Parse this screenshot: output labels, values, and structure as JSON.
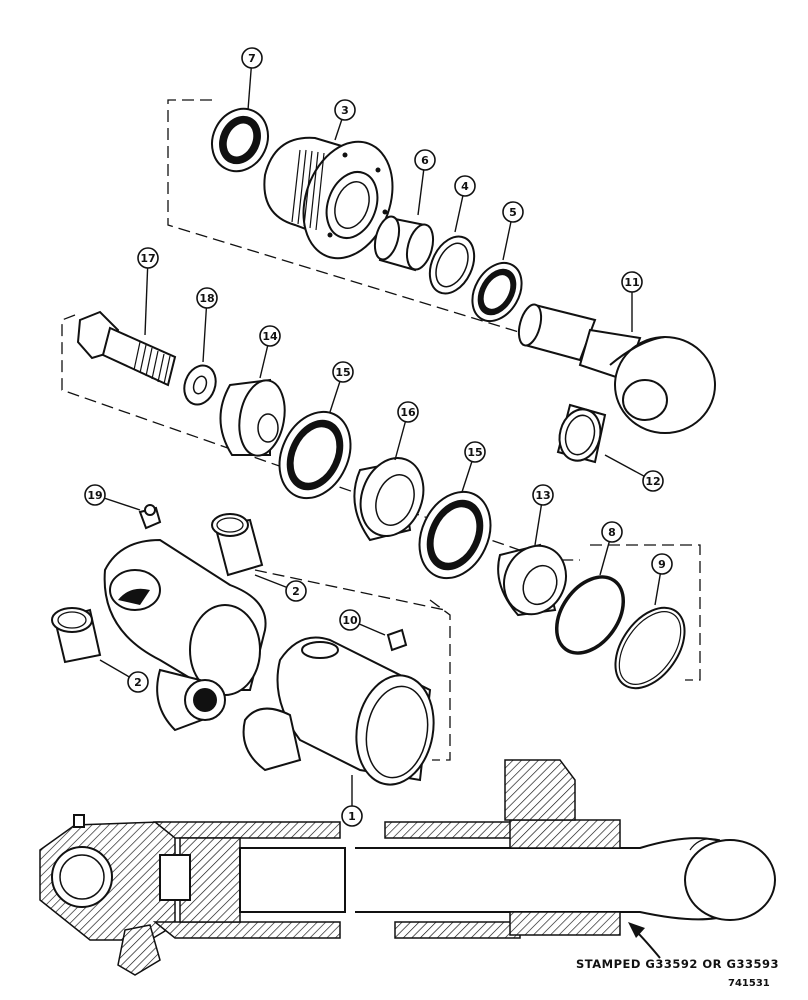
{
  "callouts": [
    "7",
    "3",
    "6",
    "4",
    "5",
    "11",
    "17",
    "18",
    "14",
    "15",
    "16",
    "15",
    "12",
    "19",
    "13",
    "8",
    "9",
    "2",
    "10",
    "2",
    "1"
  ],
  "stamp_label": "STAMPED G33592 OR G33593",
  "figure_number": "741531"
}
